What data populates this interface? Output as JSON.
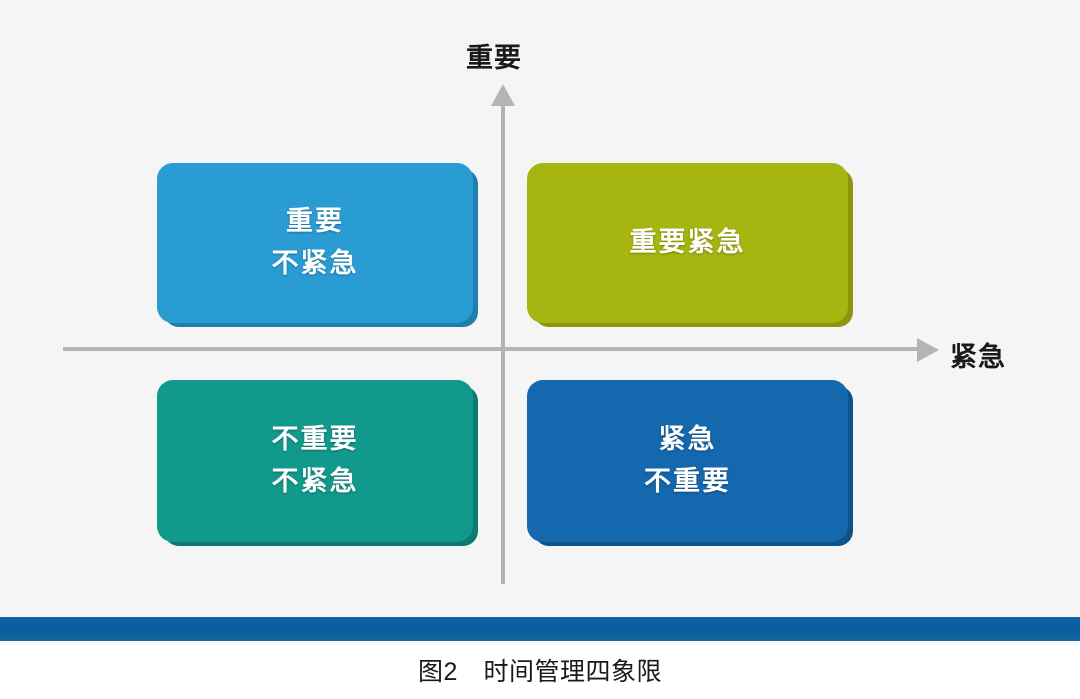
{
  "diagram": {
    "axes": {
      "y_label": "重要",
      "x_label": "紧急",
      "y_arrow_icon": "arrow-up-icon",
      "x_arrow_icon": "arrow-right-icon",
      "line_color": "#b4b4b4"
    },
    "quadrants": [
      {
        "id": "important-not-urgent",
        "position": "top-left",
        "lines": [
          "重要",
          "不紧急"
        ],
        "color": "#2a9cd4",
        "shadow_color": "#1f7fae"
      },
      {
        "id": "important-urgent",
        "position": "top-right",
        "lines": [
          "重要紧急"
        ],
        "color": "#a6b50f",
        "shadow_color": "#8a970c"
      },
      {
        "id": "not-important-not-urgent",
        "position": "bottom-left",
        "lines": [
          "不重要",
          "不紧急"
        ],
        "color": "#11998c",
        "shadow_color": "#0c7a70"
      },
      {
        "id": "urgent-not-important",
        "position": "bottom-right",
        "lines": [
          "紧急",
          "不重要"
        ],
        "color": "#1468ad",
        "shadow_color": "#0f5289"
      }
    ],
    "background_color": "#f5f5f5"
  },
  "rule": {
    "color": "#0b5fa5"
  },
  "caption": {
    "text": "图2　时间管理四象限"
  }
}
